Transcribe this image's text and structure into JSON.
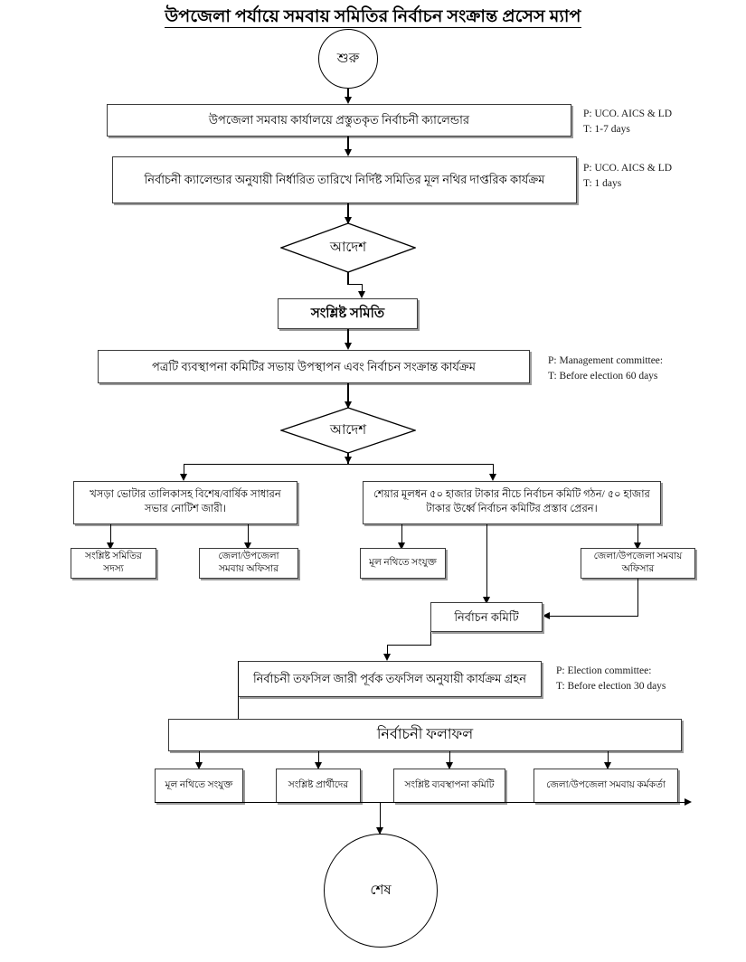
{
  "title": "উপজেলা পর্যায়ে সমবায় সমিতির নির্বাচন সংক্রান্ত প্রসেস ম্যাপ",
  "nodes": {
    "start": {
      "label": "শুরু",
      "shape": "circle"
    },
    "step1": {
      "label": "উপজেলা সমবায় কার্যালয়ে প্রস্তুতকৃত নির্বাচনী ক্যালেন্ডার",
      "shape": "process"
    },
    "step2": {
      "label": "নির্বাচনী ক্যালেন্ডার অনুযায়ী নির্ধারিত তারিখে নির্দিষ্ট সমিতির মূল নথির দাপ্তরিক কার্যক্রম",
      "shape": "process"
    },
    "decision1": {
      "label": "আদেশ",
      "shape": "decision"
    },
    "step3": {
      "label": "সংশ্লিষ্ট সমিতি",
      "shape": "process"
    },
    "step4": {
      "label": "পত্রটি ব্যবস্থাপনা কমিটির সভায় উপস্থাপন এবং নির্বাচন সংক্রান্ত কার্যক্রম",
      "shape": "process"
    },
    "decision2": {
      "label": "আদেশ",
      "shape": "decision"
    },
    "branch_left": {
      "label": "খসড়া ভোটার তালিকাসহ বিশেষ/বার্ষিক সাধারন সভার নোটিশ জারী।",
      "shape": "process"
    },
    "branch_right": {
      "label": "শেয়ার মূলধন ৫০ হাজার টাকার নীচে নির্বাচন কমিটি গঠন/ ৫০ হাজার টাকার উর্ধ্বে নির্বাচন কমিটির প্রস্তাব প্রেরন।",
      "shape": "process"
    },
    "recip1": {
      "label": "সংশ্লিষ্ট সমিতির সদস্য",
      "shape": "process"
    },
    "recip2": {
      "label": "জেলা/উপজেলা সমবায় অফিসার",
      "shape": "process"
    },
    "recip3": {
      "label": "মূল নথিতে সংযুক্ত",
      "shape": "process"
    },
    "recip4": {
      "label": "জেলা/উপজেলা সমবায় অফিসার",
      "shape": "process"
    },
    "election_committee": {
      "label": "নির্বাচন কমিটি",
      "shape": "process"
    },
    "step5": {
      "label": "নির্বাচনী তফসিল জারী পূর্বক তফসিল অনুযায়ী কার্যক্রম গ্রহন",
      "shape": "process"
    },
    "result": {
      "label": "নির্বাচনী ফলাফল",
      "shape": "process"
    },
    "out1": {
      "label": "মূল নথিতে সংযুক্ত",
      "shape": "process"
    },
    "out2": {
      "label": "সংশ্লিষ্ট প্রার্থীদের",
      "shape": "process"
    },
    "out3": {
      "label": "সংশ্লিষ্ট ব্যবস্থাপনা কমিটি",
      "shape": "process"
    },
    "out4": {
      "label": "জেলা/উপজেলা সমবায় কর্মকর্তা",
      "shape": "process"
    },
    "end": {
      "label": "শেষ",
      "shape": "circle"
    }
  },
  "annotations": {
    "note1": {
      "person": "P: UCO. AICS & LD",
      "time": "T: 1-7 days"
    },
    "note2": {
      "person": "P: UCO. AICS & LD",
      "time": "T: 1 days"
    },
    "note3": {
      "person": "P: Management committee:",
      "time": "T: Before election 60 days"
    },
    "note4": {
      "person": "P: Election committee:",
      "time": "T: Before election 30 days"
    }
  },
  "colors": {
    "stroke": "#3a3a3a",
    "shadow": "#9a9a9a",
    "background": "#ffffff",
    "text": "#000000"
  }
}
